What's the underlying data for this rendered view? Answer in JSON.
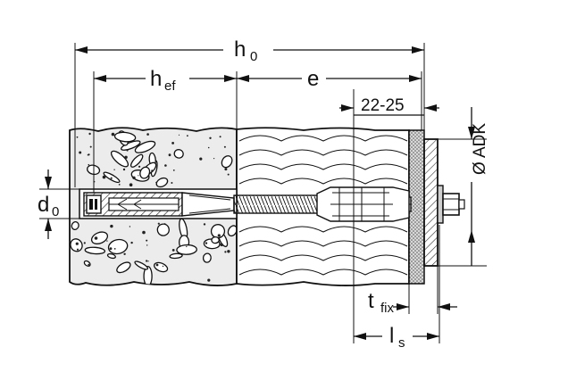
{
  "diagram": {
    "labels": {
      "h0_main": "h",
      "h0_sub": "0",
      "hef_main": "h",
      "hef_sub": "ef",
      "e": "e",
      "clamp_range": "22-25",
      "adk": "Ø ADK",
      "d0_main": "d",
      "d0_sub": "0",
      "tfix_main": "t",
      "tfix_sub": "fix",
      "ls_main": "l",
      "ls_sub": "s"
    },
    "colors": {
      "line": "#111111",
      "concrete_fill": "#e6e6e6",
      "insulation_fill": "#ffffff",
      "plaster_fill": "#cfcfcf",
      "washer_fill": "#c8c8c8"
    }
  }
}
